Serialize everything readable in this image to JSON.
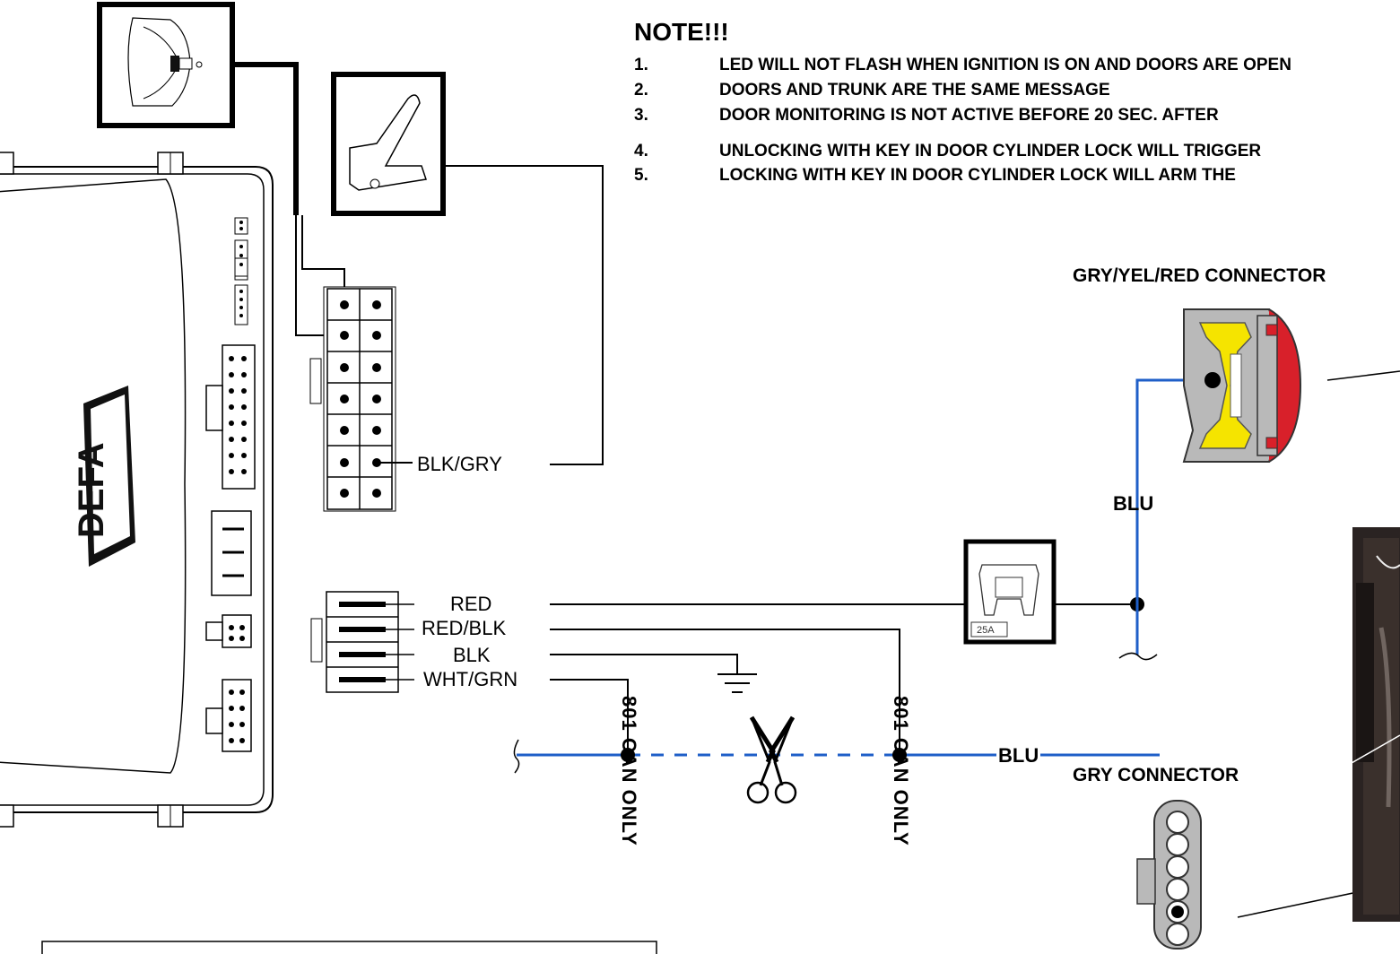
{
  "notes": {
    "title": "NOTE!!!",
    "items": [
      {
        "num": "1.",
        "text": "LED WILL NOT FLASH WHEN IGNITION IS ON AND DOORS ARE OPEN"
      },
      {
        "num": "2.",
        "text": "DOORS AND TRUNK ARE THE SAME MESSAGE"
      },
      {
        "num": "3.",
        "text": "DOOR MONITORING IS NOT ACTIVE BEFORE 20 SEC. AFTER"
      },
      {
        "num": "4.",
        "text": "UNLOCKING WITH KEY IN DOOR CYLINDER LOCK WILL TRIGGER"
      },
      {
        "num": "5.",
        "text": "LOCKING WITH KEY IN DOOR CYLINDER LOCK WILL ARM THE"
      }
    ]
  },
  "module": {
    "brand": "DEFA"
  },
  "wires": {
    "blk_gry": "BLK/GRY",
    "red": "RED",
    "red_blk": "RED/BLK",
    "blk": "BLK",
    "wht_grn": "WHT/GRN",
    "can_left": "801 CAN ONLY",
    "can_right": "801 CAN ONLY",
    "blu_top": "BLU",
    "blu_bottom": "BLU"
  },
  "fuse": {
    "rating": "25A"
  },
  "connectors": {
    "top": "GRY/YEL/RED CONNECTOR",
    "bottom": "GRY CONNECTOR"
  },
  "colors": {
    "wire_blue": "#1f5fc8",
    "connector_yellow": "#f5e400",
    "connector_red": "#d8202a",
    "connector_gray": "#b9b9b9"
  }
}
